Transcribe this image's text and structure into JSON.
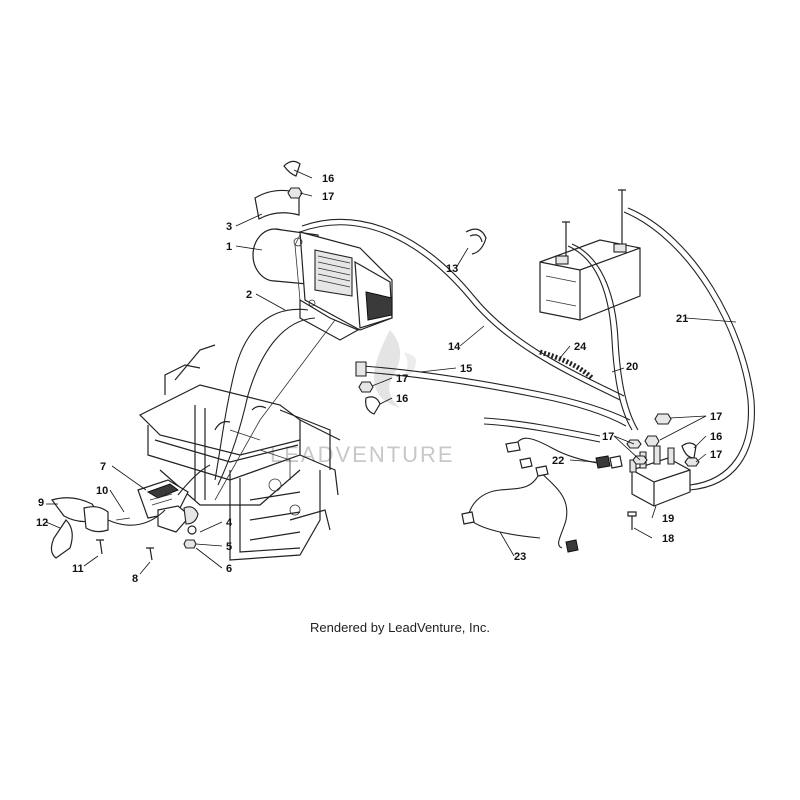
{
  "watermark": {
    "text": "LEADVENTURE",
    "color": "#c8c8c8"
  },
  "footer": {
    "text": "Rendered by LeadVenture, Inc."
  },
  "callouts": [
    "1",
    "2",
    "3",
    "4",
    "5",
    "6",
    "7",
    "8",
    "9",
    "10",
    "11",
    "12",
    "13",
    "14",
    "15",
    "16",
    "17",
    "18",
    "19",
    "20",
    "21",
    "22",
    "23",
    "24"
  ]
}
